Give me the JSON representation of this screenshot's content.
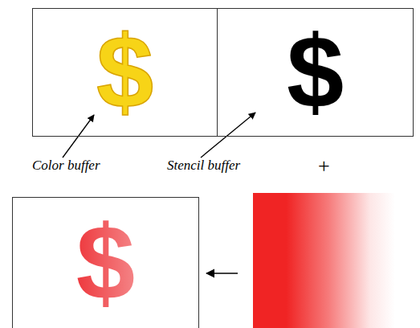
{
  "diagram": {
    "nodes": [
      {
        "text": [
          "$"
        ]
      },
      {
        "text": [
          "$"
        ]
      },
      {
        "text": [
          "$"
        ]
      }
    ],
    "labels": [
      "Color buffer",
      "Stencil buffer",
      "+"
    ]
  }
}
